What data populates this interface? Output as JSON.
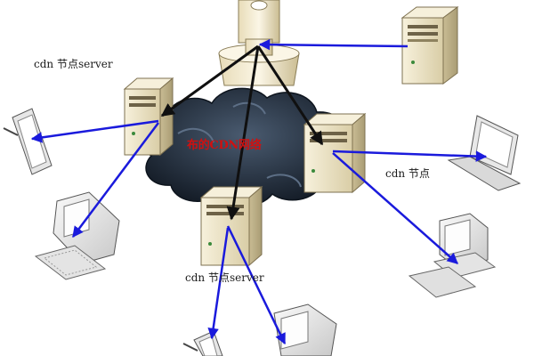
{
  "labels": {
    "cdn_node_top_left": "cdn 节点server",
    "cdn_node_right": "cdn 节点",
    "cdn_node_bottom": "cdn 节点server",
    "network_center": "布的CDN网络"
  },
  "colors": {
    "link_blue": "#1a1adc",
    "link_black": "#101010",
    "cloud": "#1f2a3a",
    "server_body": "#efe6c8",
    "label_red": "#d01010"
  },
  "icons": [
    "origin-server-icon",
    "cache-server-icon",
    "cloud-icon",
    "tablet-icon",
    "laptop-icon",
    "crt-monitor-icon"
  ]
}
